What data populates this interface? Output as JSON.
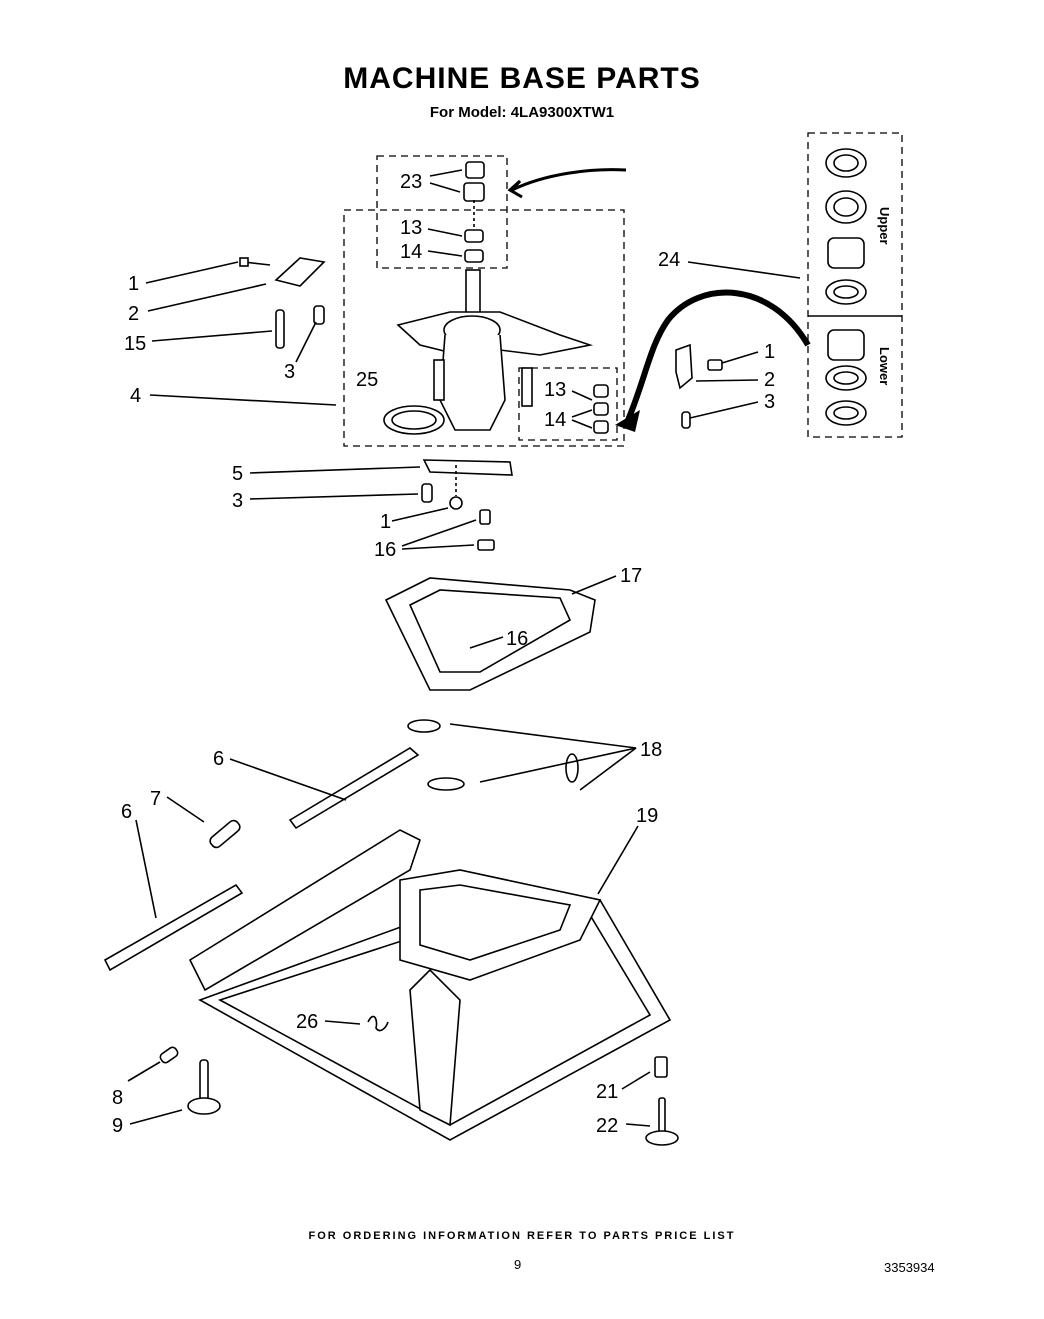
{
  "header": {
    "title": "MACHINE BASE PARTS",
    "subtitle": "For Model: 4LA9300XTW1"
  },
  "inset": {
    "upper_label": "Upper",
    "lower_label": "Lower"
  },
  "callouts": {
    "c1a": "1",
    "c2a": "2",
    "c15": "15",
    "c3a": "3",
    "c4": "4",
    "c23": "23",
    "c13a": "13",
    "c14a": "14",
    "c25": "25",
    "c24": "24",
    "c1b": "1",
    "c2b": "2",
    "c3b": "3",
    "c13b": "13",
    "c14b": "14",
    "c5": "5",
    "c3c": "3",
    "c1c": "1",
    "c16a": "16",
    "c17": "17",
    "c16b": "16",
    "c6a": "6",
    "c7": "7",
    "c6b": "6",
    "c18": "18",
    "c19": "19",
    "c26": "26",
    "c8": "8",
    "c9": "9",
    "c21": "21",
    "c22": "22"
  },
  "footer": {
    "note": "FOR ORDERING INFORMATION REFER TO PARTS PRICE LIST",
    "page": "9",
    "doc_number": "3353934"
  }
}
